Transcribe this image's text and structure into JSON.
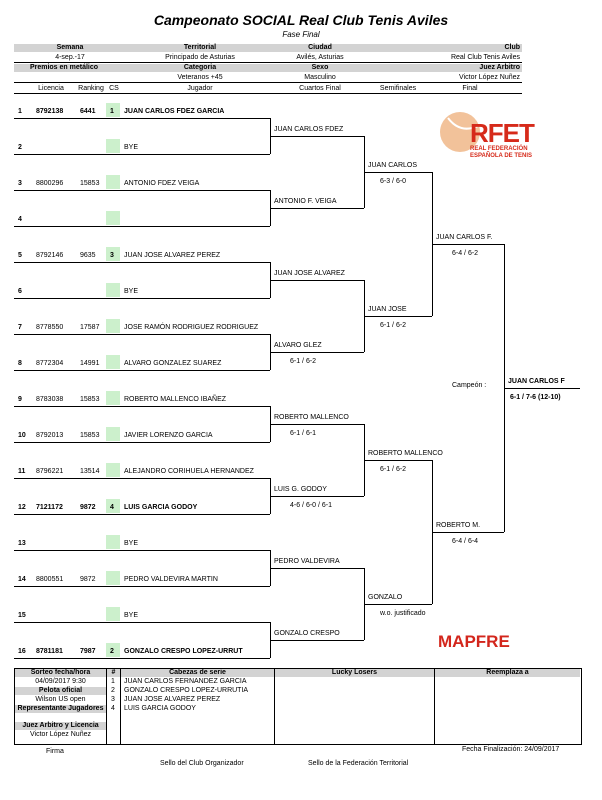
{
  "title": "Campeonato SOCIAL Real Club Tenis Aviles",
  "subtitle": "Fase Final",
  "info_headers": {
    "row1": [
      "Semana",
      "Territorial",
      "Ciudad",
      "Club"
    ],
    "row1_values": [
      "4-sep.-17",
      "Principado de Asturias",
      "Avilés, Asturias",
      "Real Club Tenis Aviles"
    ],
    "row2": [
      "Premios en metálico",
      "Categoria",
      "Sexo",
      "Juez Arbitro"
    ],
    "row2_values": [
      "",
      "Veteranos +45",
      "Masculino",
      "Victor López Nuñez"
    ],
    "cols": [
      "Licencia",
      "Ranking",
      "CS",
      "Jugador",
      "Cuartos Final",
      "Semifinales",
      "Final"
    ]
  },
  "players": [
    {
      "num": "1",
      "licencia": "8792138",
      "ranking": "6441",
      "cs": "1",
      "name": "JUAN CARLOS FDEZ GARCIA",
      "bold": true
    },
    {
      "num": "2",
      "licencia": "",
      "ranking": "",
      "cs": "",
      "name": "BYE",
      "bold": false
    },
    {
      "num": "3",
      "licencia": "8800296",
      "ranking": "15853",
      "cs": "",
      "name": "ANTONIO FDEZ VEIGA",
      "bold": false
    },
    {
      "num": "4",
      "licencia": "",
      "ranking": "",
      "cs": "",
      "name": "",
      "bold": false
    },
    {
      "num": "5",
      "licencia": "8792146",
      "ranking": "9635",
      "cs": "3",
      "name": "JUAN JOSE ALVAREZ PEREZ",
      "bold": false
    },
    {
      "num": "6",
      "licencia": "",
      "ranking": "",
      "cs": "",
      "name": "BYE",
      "bold": false
    },
    {
      "num": "7",
      "licencia": "8778550",
      "ranking": "17587",
      "cs": "",
      "name": "JOSE RAMÓN RODRIGUEZ RODRIGUEZ",
      "bold": false
    },
    {
      "num": "8",
      "licencia": "8772304",
      "ranking": "14991",
      "cs": "",
      "name": "ALVARO GONZALEZ SUAREZ",
      "bold": false
    },
    {
      "num": "9",
      "licencia": "8783038",
      "ranking": "15853",
      "cs": "",
      "name": "ROBERTO MALLENCO IBAÑEZ",
      "bold": false
    },
    {
      "num": "10",
      "licencia": "8792013",
      "ranking": "15853",
      "cs": "",
      "name": "JAVIER LORENZO GARCIA",
      "bold": false
    },
    {
      "num": "11",
      "licencia": "8796221",
      "ranking": "13514",
      "cs": "",
      "name": "ALEJANDRO CORIHUELA HERNANDEZ",
      "bold": false
    },
    {
      "num": "12",
      "licencia": "7121172",
      "ranking": "9872",
      "cs": "4",
      "name": "LUIS GARCIA GODOY",
      "bold": true
    },
    {
      "num": "13",
      "licencia": "",
      "ranking": "",
      "cs": "",
      "name": "BYE",
      "bold": false
    },
    {
      "num": "14",
      "licencia": "8800551",
      "ranking": "9872",
      "cs": "",
      "name": "PEDRO VALDEVIRA MARTIN",
      "bold": false
    },
    {
      "num": "15",
      "licencia": "",
      "ranking": "",
      "cs": "",
      "name": "BYE",
      "bold": false
    },
    {
      "num": "16",
      "licencia": "8781181",
      "ranking": "7987",
      "cs": "2",
      "name": "GONZALO CRESPO LOPEZ-URRUT",
      "bold": true
    }
  ],
  "round2": [
    {
      "name": "JUAN CARLOS FDEZ",
      "score": ""
    },
    {
      "name": "ANTONIO F. VEIGA",
      "score": ""
    },
    {
      "name": "JUAN JOSE ALVAREZ",
      "score": ""
    },
    {
      "name": "ALVARO GLEZ",
      "score": "6-1 / 6-2"
    },
    {
      "name": "ROBERTO MALLENCO",
      "score": "6-1 / 6-1"
    },
    {
      "name": "LUIS G. GODOY",
      "score": "4-6 / 6-0 / 6-1"
    },
    {
      "name": "PEDRO VALDEVIRA",
      "score": ""
    },
    {
      "name": "GONZALO CRESPO",
      "score": ""
    }
  ],
  "round3": [
    {
      "name": "JUAN CARLOS",
      "score": "6-3 / 6-0"
    },
    {
      "name": "JUAN JOSE",
      "score": "6-1 / 6-2"
    },
    {
      "name": "ROBERTO MALLENCO",
      "score": "6-1 / 6-2"
    },
    {
      "name": "GONZALO",
      "score": "w.o. justificado"
    }
  ],
  "round4": [
    {
      "name": "JUAN CARLOS F.",
      "score": "6-4 / 6-2"
    },
    {
      "name": "ROBERTO M.",
      "score": "6-4 / 6-4"
    }
  ],
  "champion": {
    "label": "Campeón :",
    "name": "JUAN CARLOS F",
    "score": "6-1 / 7-6  (12-10)"
  },
  "logos": {
    "rfet": "RFET",
    "rfet_sub1": "REAL FEDERACIÓN",
    "rfet_sub2": "ESPAÑOLA DE TENIS",
    "mapfre": "MAPFRE",
    "rfet_color": "#d62a1a"
  },
  "footer": {
    "sorteo_label": "Sorteo fecha/hora",
    "sorteo_value": "04/09/2017 9:30",
    "pelota_label": "Pelota oficial",
    "pelota_value": "Wilson US open",
    "repr_label": "Representante Jugadores",
    "juez_label": "Juez Arbitro y Licencia",
    "juez_value": "Victor López Nuñez",
    "hash": "#",
    "cabezas_label": "Cabezas  de serie",
    "cabezas": [
      {
        "n": "1",
        "name": "JUAN CARLOS FERNANDEZ GARCIA"
      },
      {
        "n": "2",
        "name": "GONZALO CRESPO LOPEZ-URRUTIA"
      },
      {
        "n": "3",
        "name": "JUAN JOSE ALVAREZ PEREZ"
      },
      {
        "n": "4",
        "name": "LUIS GARCIA GODOY"
      }
    ],
    "lucky_label": "Lucky Losers",
    "reemplaza_label": "Reemplaza a",
    "firma": "Firma",
    "fecha_fin": "Fecha Finalización:  24/09/2017",
    "sello_club": "Sello del Club Organizador",
    "sello_fed": "Sello de la Federación Territorial"
  }
}
